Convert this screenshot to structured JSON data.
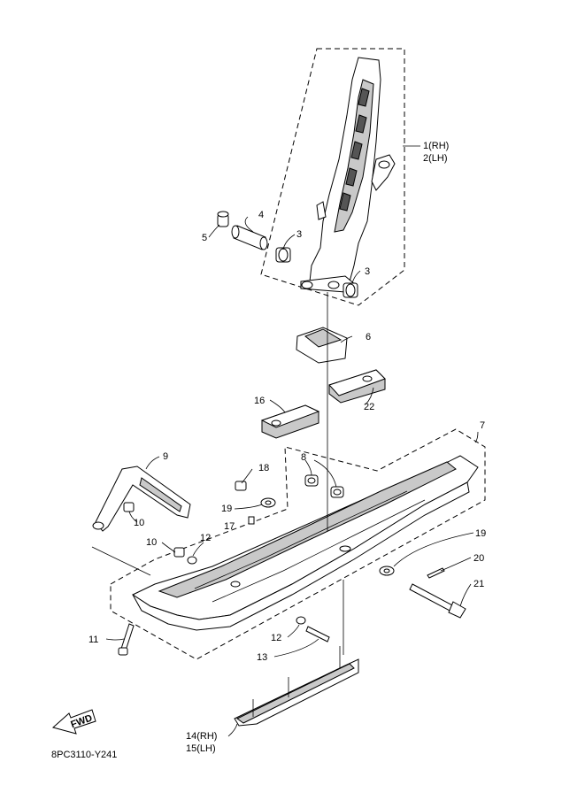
{
  "diagram": {
    "part_code": "8PC3110-Y241",
    "fwd_label": "FWD",
    "labels": {
      "p1": "1(RH)",
      "p2": "2(LH)",
      "p3a": "3",
      "p3b": "3",
      "p4": "4",
      "p5": "5",
      "p6": "6",
      "p7": "7",
      "p8": "8",
      "p9": "9",
      "p10a": "10",
      "p10b": "10",
      "p11": "11",
      "p12a": "12",
      "p12b": "12",
      "p13": "13",
      "p14": "14(RH)",
      "p15": "15(LH)",
      "p16": "16",
      "p17": "17",
      "p18": "18",
      "p19a": "19",
      "p19b": "19",
      "p20": "20",
      "p21": "21",
      "p22": "22"
    }
  }
}
